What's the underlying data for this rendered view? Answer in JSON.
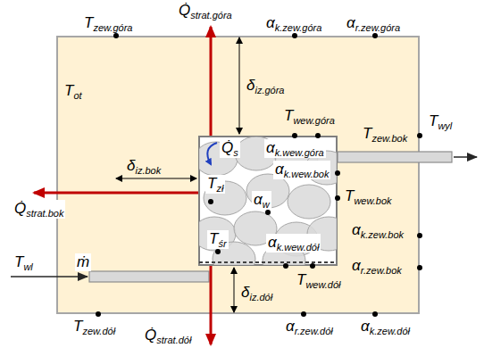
{
  "diagram": {
    "nodes": [
      {
        "text": [
          "δiz.góra",
          "δiz.bok",
          "δiz.dół"
        ]
      },
      {
        "text": [
          "Q̇s",
          "αk.wew.góra",
          "αk.wew.bok",
          "Tzł",
          "αw",
          "Tśr",
          "αk.wew.dół"
        ],
        "in": 0
      }
    ],
    "labels": [
      "Q̇strat.góra",
      "Tzew.góra",
      "αk.zew.góra",
      "αr.zew.góra",
      "Tot",
      "Twew.góra",
      "Twyl",
      "Tzew.bok",
      "Twew.bok",
      "Q̇strat.bok",
      "αk.zew.bok",
      "Twl",
      "ṁ",
      "αr.zew.bok",
      "Twew.dół",
      "Tzew.dół",
      "Q̇strat.dół",
      "αr.zew.dół",
      "αk.zew.dół"
    ]
  }
}
